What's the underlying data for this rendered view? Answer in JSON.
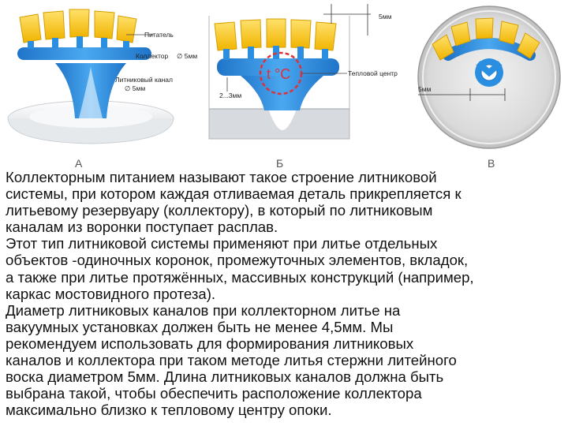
{
  "figure": {
    "panel_a": {
      "letter": "А",
      "label_feeder": "Питатель",
      "label_collector": "Коллектор",
      "label_collector_size": "∅ 5мм",
      "label_channel": "Литниковый канал",
      "label_channel_size": "∅ 5мм"
    },
    "panel_b": {
      "letter": "Б",
      "label_top_size": "5мм",
      "label_heat_center": "Тепловой центр",
      "label_side_size": "2...3мм",
      "temp_symbol": "t °C"
    },
    "panel_c": {
      "letter": "В",
      "label_size": "5мм"
    },
    "colors": {
      "wax_yellow": "#f5c518",
      "sprue_blue": "#2a8fe0",
      "heat_red": "#e0303a"
    }
  },
  "paragraphs": [
    "Коллекторным питанием называют такое строение литниковой\nсистемы, при котором каждая отливаемая деталь прикрепляется к\nлитьевому резервуару (коллектору), в который по литниковым\nканалам из воронки поступает расплав.",
    "Этот тип литниковой системы применяют при литье отдельных\nобъектов -одиночных коронок, промежуточных элементов, вкладок,\nа также при литье протяжённых, массивных конструкций (например,\nкаркас мостовидного протеза).",
    "Диаметр литниковых каналов при коллекторном литье на\nвакуумных установках должен быть не менее 4,5мм. Мы\nрекомендуем использовать для формирования литниковых\nканалов и коллектора при таком методе литья стержни литейного\nвоска диаметром 5мм. Длина литниковых каналов должна быть\nвыбрана такой, чтобы обеспечить расположение коллектора\nмаксимально близко к тепловому центру опоки."
  ]
}
